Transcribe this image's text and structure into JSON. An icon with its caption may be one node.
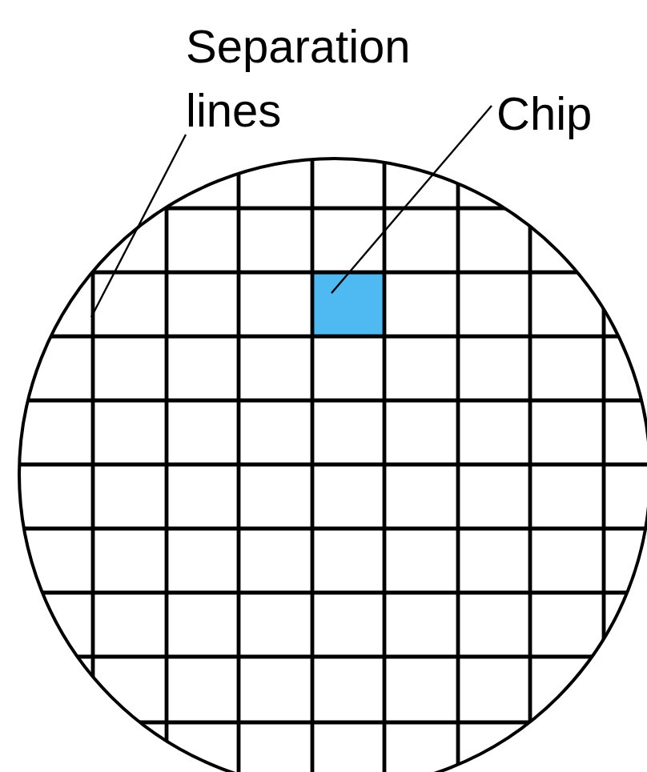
{
  "diagram": {
    "nodes": [
      {
        "text": [
          "Separation lines"
        ]
      },
      {
        "text": [
          "Chip"
        ]
      },
      {
        "text": [],
        "shape": "box"
      }
    ],
    "edges": [
      {
        "from": 0,
        "to": null,
        "arrow": "none"
      },
      {
        "from": 1,
        "to": 2,
        "arrow": "none"
      }
    ]
  }
}
